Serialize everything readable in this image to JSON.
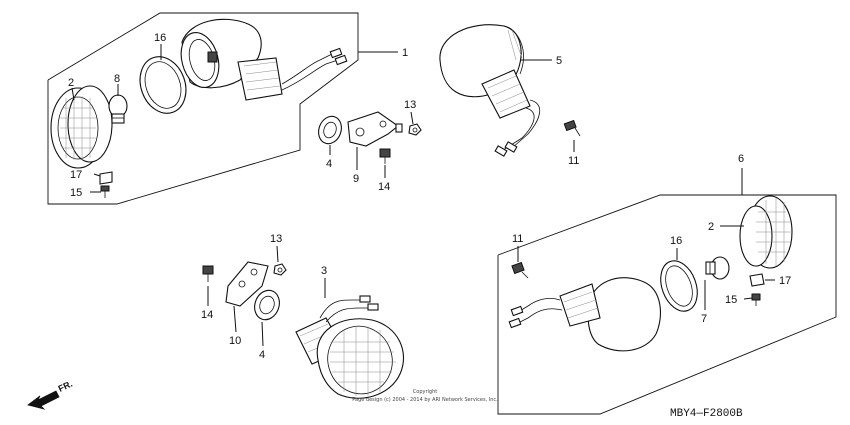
{
  "diagram": {
    "callouts": {
      "c1": "1",
      "c2a": "2",
      "c8": "8",
      "c16a": "16",
      "c17a": "17",
      "c15a": "15",
      "c5": "5",
      "c11a": "11",
      "c13a": "13",
      "c4a": "4",
      "c9": "9",
      "c14a": "14",
      "c6": "6",
      "c2b": "2",
      "c17b": "17",
      "c15b": "15",
      "c16b": "16",
      "c7": "7",
      "c11b": "11",
      "c13b": "13",
      "c3": "3",
      "c14b": "14",
      "c10": "10",
      "c4b": "4"
    },
    "copyright_line1": "Copyright",
    "copyright_line2": "Page design (c) 2004 - 2014 by ARI Network Services, Inc.",
    "diagram_code": "MBY4—F2800B",
    "direction_label": "FR."
  }
}
